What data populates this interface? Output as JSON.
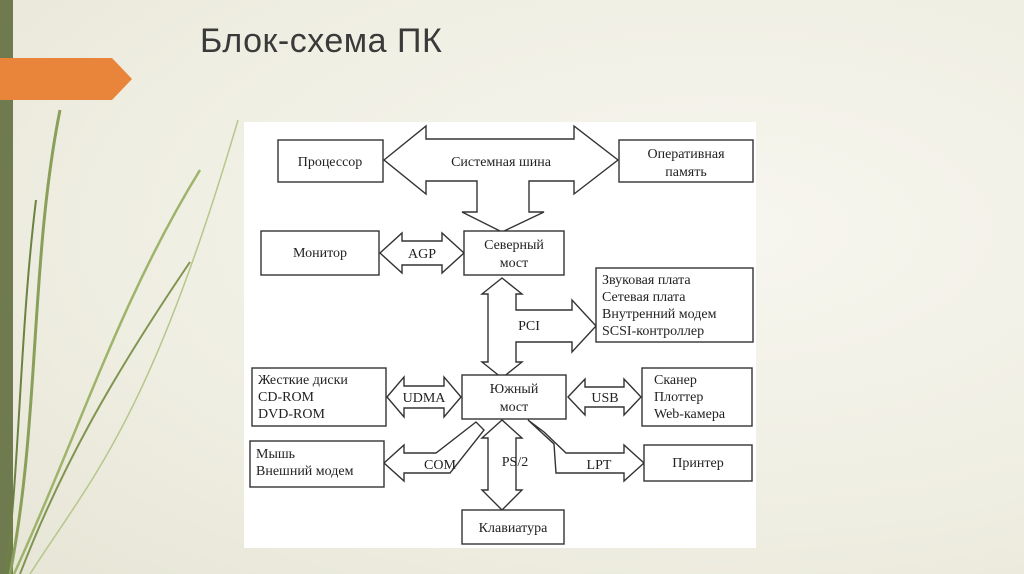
{
  "slide": {
    "title": "Блок-схема ПК",
    "accent_color": "#e8853a",
    "bar_color": "#6f7a4e"
  },
  "diagram": {
    "blocks": {
      "cpu": "Процессор",
      "ram": [
        "Оперативная",
        "память"
      ],
      "monitor": "Монитор",
      "north": [
        "Северный",
        "мост"
      ],
      "cards": [
        "Звуковая плата",
        "Сетевая плата",
        "Внутренний модем",
        "SCSI-контроллер"
      ],
      "disks": [
        "Жесткие диски",
        "CD-ROM",
        "DVD-ROM"
      ],
      "south": [
        "Южный",
        "мост"
      ],
      "scan": [
        "Сканер",
        "Плоттер",
        "Web-камера"
      ],
      "mouse": [
        "Мышь",
        "Внешний модем"
      ],
      "printer": "Принтер",
      "keyboard": "Клавиатура"
    },
    "buses": {
      "system": "Системная шина",
      "agp": "AGP",
      "pci": "PCI",
      "udma": "UDMA",
      "usb": "USB",
      "com": "COM",
      "ps2": "PS/2",
      "lpt": "LPT"
    }
  }
}
